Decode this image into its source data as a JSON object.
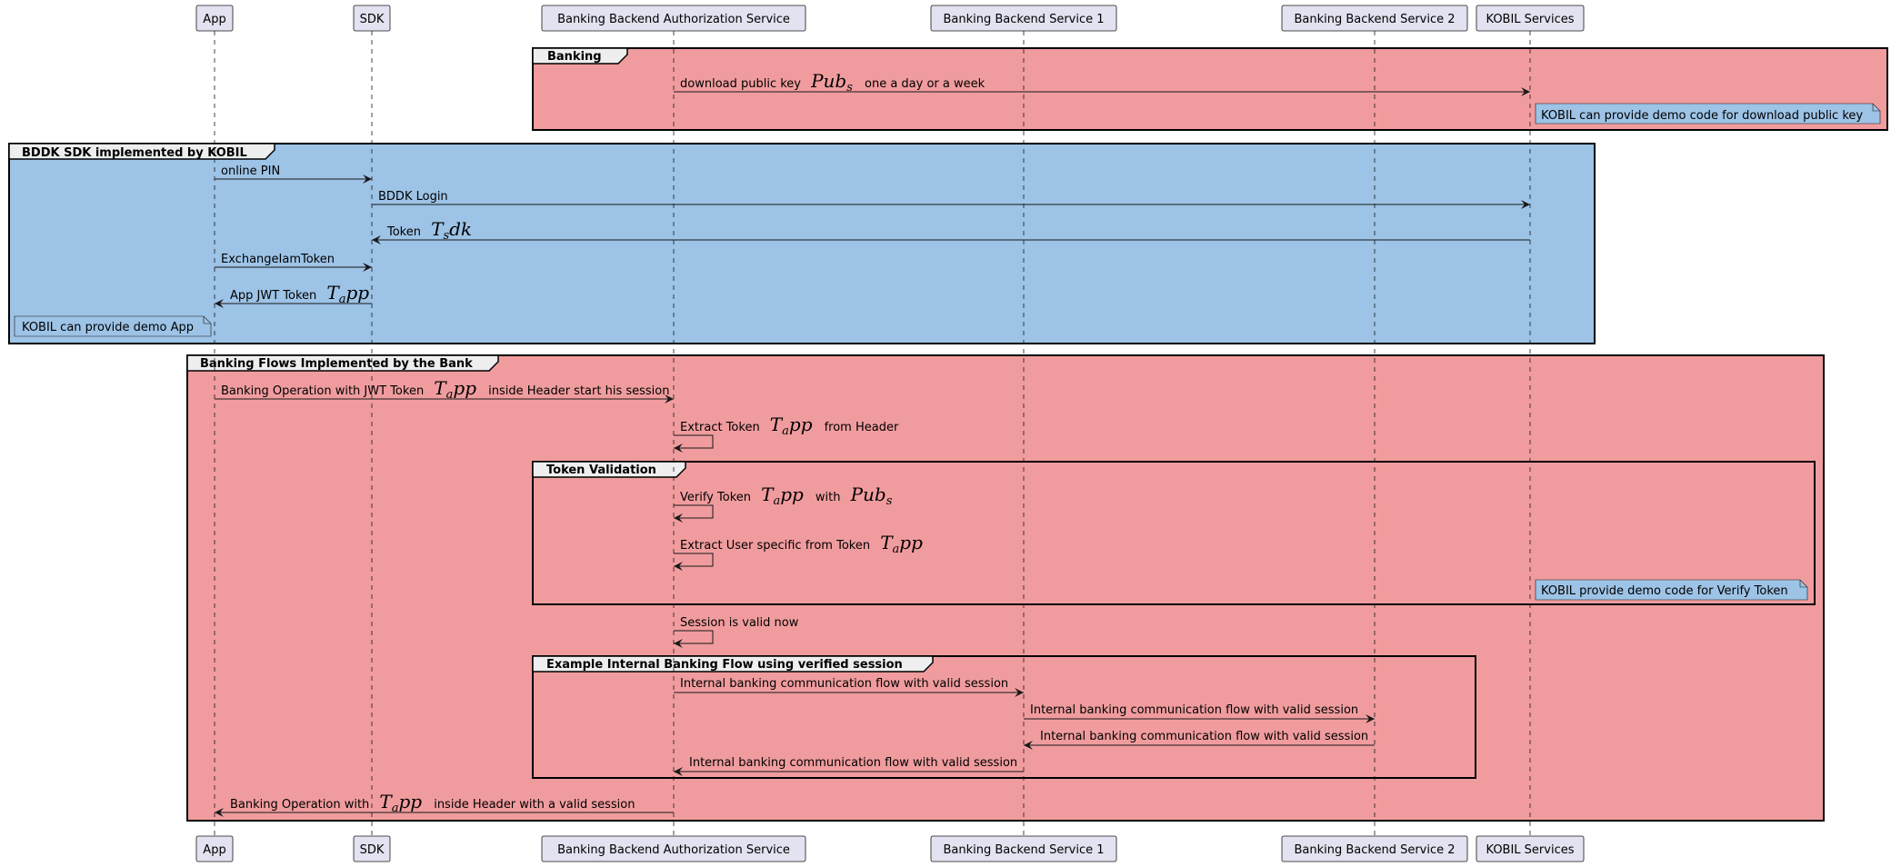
{
  "participants": [
    "App",
    "SDK",
    "Banking Backend Authorization Service",
    "Banking Backend Service 1",
    "Banking Backend Service 2",
    "KOBIL Services"
  ],
  "groups": {
    "banking": {
      "title": "Banking",
      "msg_download": {
        "pre": "download public key",
        "math": "Pub",
        "sub": "s",
        "post": "one a day or a week"
      },
      "note": "KOBIL can provide demo code for download public key"
    },
    "bddk": {
      "title": "BDDK SDK implemented by KOBIL",
      "msg_pin": "online PIN",
      "msg_login": "BDDK Login",
      "msg_token": {
        "pre": "Token",
        "math_a": "T",
        "sub": "s",
        "math_b": "dk"
      },
      "msg_exchange": "ExchangeIamToken",
      "msg_jwt": {
        "pre": "App JWT Token",
        "math_a": "T",
        "sub": "a",
        "math_b": "pp"
      },
      "note": "KOBIL can provide demo App"
    },
    "flows": {
      "title": "Banking Flows Implemented by the Bank",
      "msg_op": {
        "pre": "Banking Operation with JWT Token",
        "math_a": "T",
        "sub": "a",
        "math_b": "pp",
        "post": "inside Header start his session"
      },
      "msg_extract": {
        "pre": "Extract Token",
        "math_a": "T",
        "sub": "a",
        "math_b": "pp",
        "post": "from Header"
      },
      "msg_valid": "Session is valid now",
      "msg_return": {
        "pre": "Banking Operation with",
        "math_a": "T",
        "sub": "a",
        "math_b": "pp",
        "post": "inside Header with a valid session"
      }
    },
    "validation": {
      "title": "Token Validation",
      "msg_verify": {
        "pre": "Verify Token",
        "math_a": "T",
        "sub": "a",
        "math_b": "pp",
        "mid": "with",
        "math_c": "Pub",
        "sub_c": "s"
      },
      "msg_extract_user": {
        "pre": "Extract User specific from Token",
        "math_a": "T",
        "sub": "a",
        "math_b": "pp"
      },
      "note": "KOBIL provide demo code for Verify Token"
    },
    "internal": {
      "title": "Example Internal Banking Flow using verified session",
      "msg": "Internal banking communication flow with valid session"
    }
  },
  "colors": {
    "red_group": "#F09C9E",
    "blue_group": "#9DC3E6",
    "participant_fill": "#E2E2F0",
    "participant_stroke": "#181818",
    "note_fill": "#9DC3E6"
  }
}
